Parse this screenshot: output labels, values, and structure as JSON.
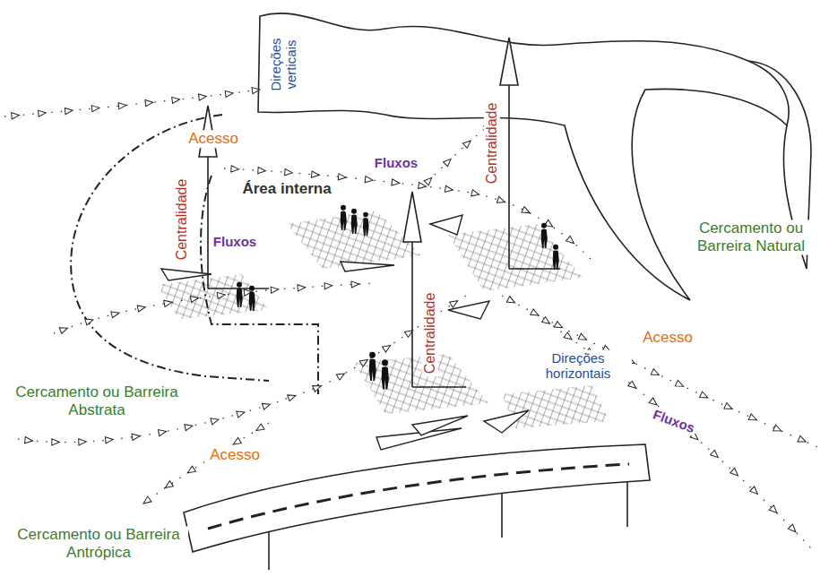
{
  "diagram": {
    "labels": [
      "Acesso",
      "Direções verticais",
      "Centralidade",
      "Centralidade",
      "Fluxos",
      "Área interna",
      "Fluxos",
      "Cercamento ou Barreira Natural",
      "Centralidade",
      "Direções horizontais",
      "Acesso",
      "Fluxos",
      "Cercamento ou Barreira Abstrata",
      "Acesso",
      "Cercamento ou Barreira Antrópica"
    ]
  }
}
